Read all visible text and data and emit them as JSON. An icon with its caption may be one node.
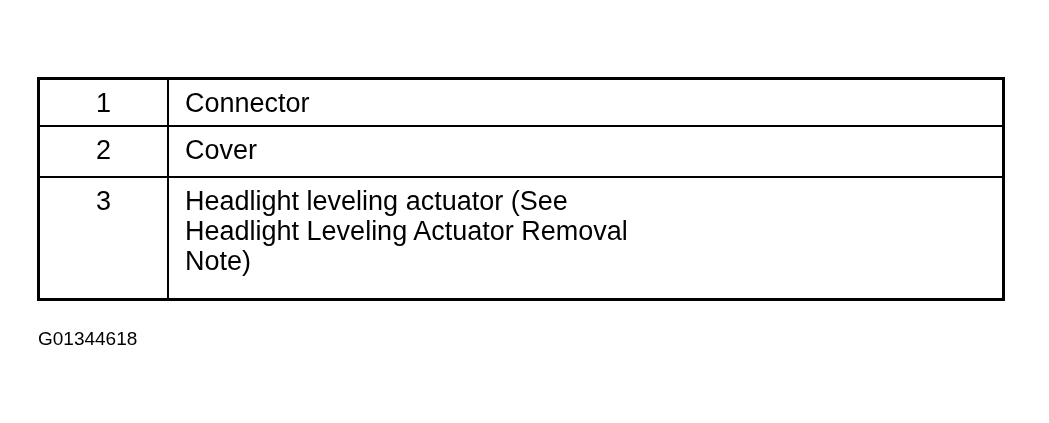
{
  "diagram": {
    "labels": [
      "1",
      "Connector",
      "2",
      "Cover",
      "3",
      "Headlight leveling actuator (See Headlight Leveling Actuator Removal Note)",
      "G01344618"
    ]
  }
}
